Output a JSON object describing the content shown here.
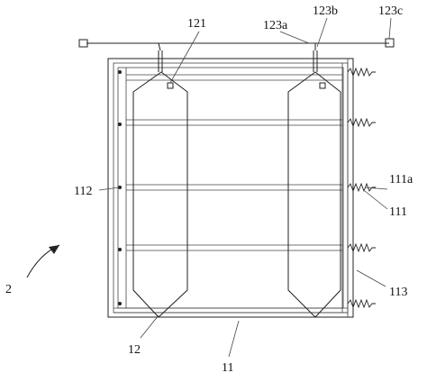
{
  "labels": {
    "l121": "121",
    "l123b": "123b",
    "l123c": "123c",
    "l123a": "123a",
    "l112": "112",
    "l111a": "111a",
    "l111": "111",
    "l2": "2",
    "l113": "113",
    "l12": "12",
    "l11": "11"
  }
}
